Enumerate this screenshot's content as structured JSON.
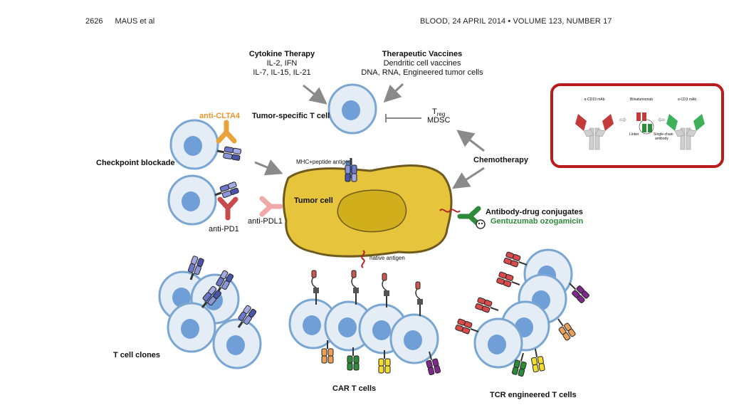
{
  "header": {
    "page_number": "2626",
    "authors": "MAUS et al",
    "journal": "BLOOD, 24 APRIL 2014 • VOLUME 123, NUMBER 17"
  },
  "figure": {
    "cytokine": {
      "title": "Cytokine Therapy",
      "line1": "IL-2, IFN",
      "line2": "IL-7, IL-15, IL-21"
    },
    "vaccines": {
      "title": "Therapeutic Vaccines",
      "line1": "Dendritic cell vaccines",
      "line2": "DNA, RNA, Engineered tumor cells"
    },
    "tumor_specific_t_cell": "Tumor-specific T cell",
    "treg_main": "T",
    "treg_sub": "reg",
    "mdsc": "MDSC",
    "chemotherapy": "Chemotherapy",
    "anti_ctla4": "anti-CLTA4",
    "checkpoint_blockade": "Checkpoint blockade",
    "anti_pd1": "anti-PD1",
    "anti_pdl1": "anti-PDL1",
    "mhc_peptide": "MHC+peptide antigen",
    "tumor_cell": "Tumor cell",
    "adc_title": "Antibody-drug conjugates",
    "adc_example": "Gentuzumab ozogamicin",
    "native_antigen": "native antigen",
    "t_cell_clones": "T cell clones",
    "car_t_cells": "CAR T cells",
    "tcr_t_cells": "TCR engineered T cells",
    "inset": {
      "anti_cd19": "α-CD19 mAb",
      "blinatumomab": "Blinatumomab",
      "anti_cd3": "α-CD3 mAb",
      "linker": "Linker",
      "single_chain": "Single-chain",
      "antibody": "antibody"
    }
  },
  "colors": {
    "cell_fill": "#e4ecf6",
    "cell_border": "#7aa6d2",
    "nucleus": "#6f9fd6",
    "tumor_fill": "#e6c43c",
    "tumor_border": "#6e5a1c",
    "tumor_nucleus": "#d1ae1b",
    "ctla4_label": "#e8952a",
    "adc_green": "#2e8b3a",
    "inset_border": "#b91c1c",
    "arrow": "#8a8a8a"
  }
}
